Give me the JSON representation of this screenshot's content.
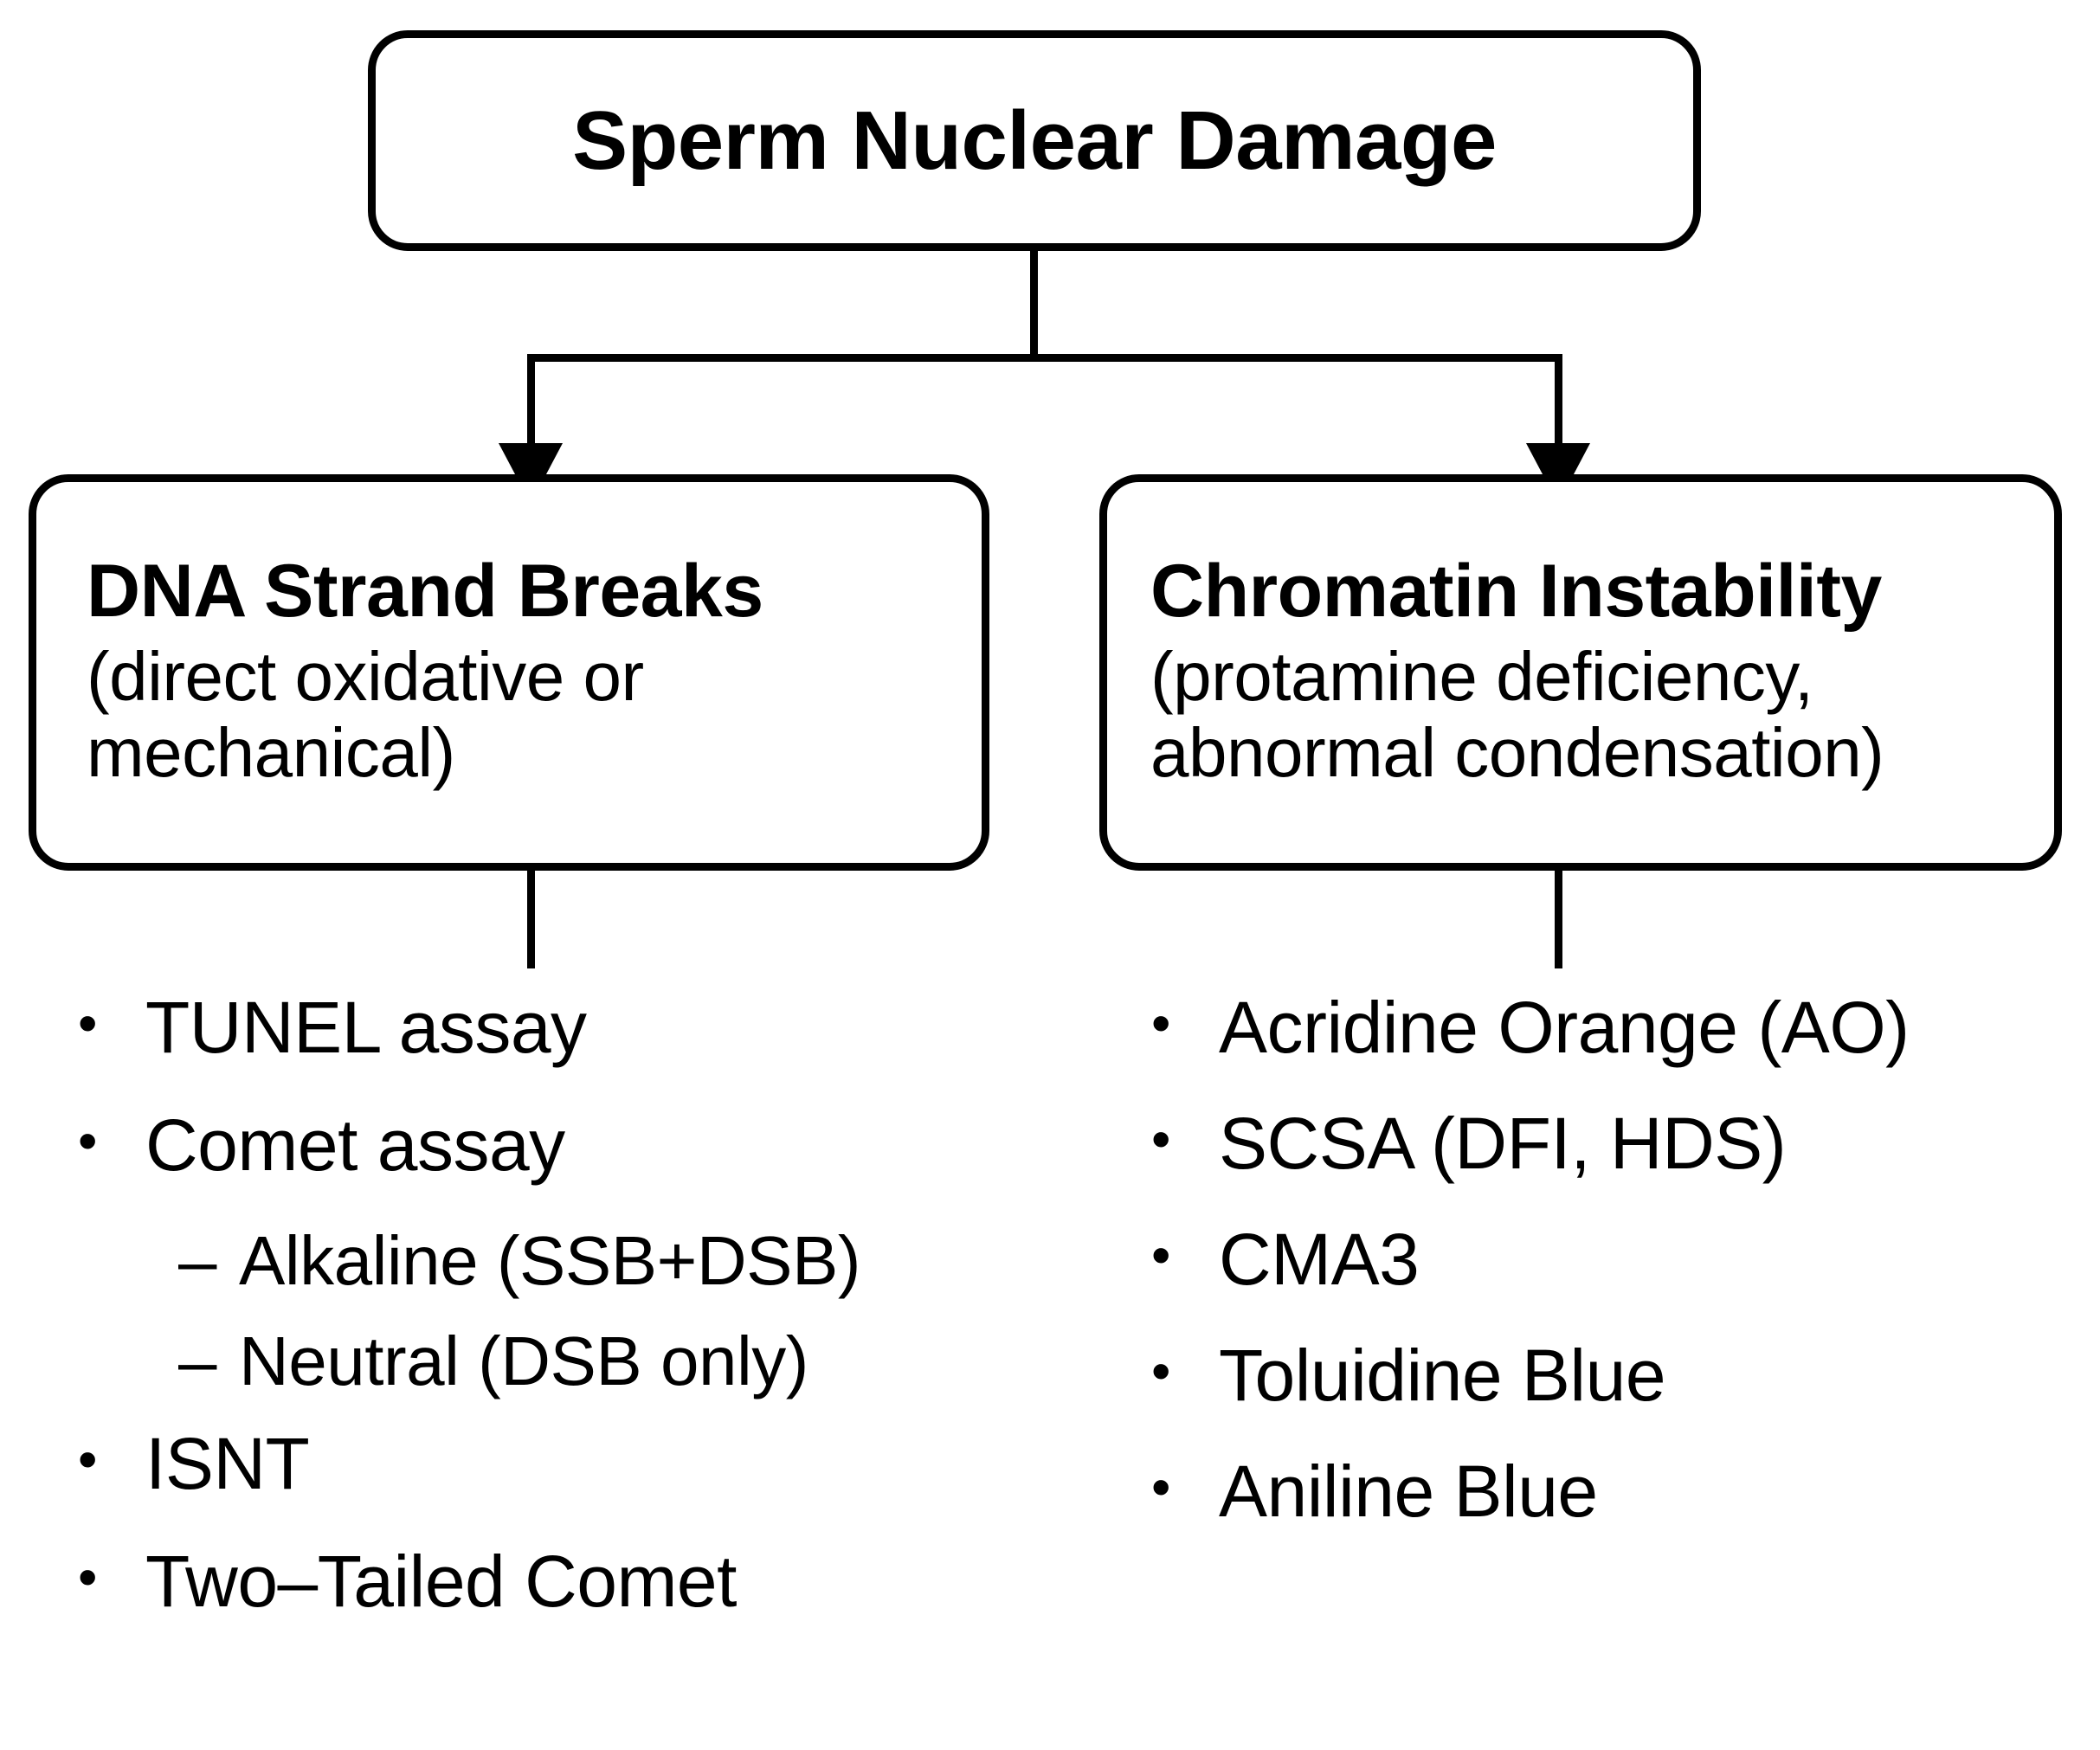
{
  "diagram": {
    "root": {
      "title": "Sperm Nuclear Damage"
    },
    "branches": [
      {
        "id": "dna-strand-breaks",
        "title": "DNA Strand Breaks",
        "subtitle": "(direct oxidative or\nmechanical)",
        "items": [
          {
            "marker": "•",
            "label": "TUNEL assay",
            "sub": []
          },
          {
            "marker": "•",
            "label": "Comet assay",
            "sub": [
              {
                "marker": "–",
                "label": "Alkaline (SSB+DSB)"
              },
              {
                "marker": "–",
                "label": "Neutral (DSB only)"
              }
            ]
          },
          {
            "marker": "•",
            "label": "ISNT",
            "sub": []
          },
          {
            "marker": "•",
            "label": "Two–Tailed Comet",
            "sub": []
          }
        ]
      },
      {
        "id": "chromatin-instability",
        "title": "Chromatin Instability",
        "subtitle": "(protamine deficiency,\nabnormal condensation)",
        "items": [
          {
            "marker": "•",
            "label": "Acridine Orange (AO)",
            "sub": []
          },
          {
            "marker": "•",
            "label": "SCSA (DFI, HDS)",
            "sub": []
          },
          {
            "marker": "•",
            "label": "CMA3",
            "sub": []
          },
          {
            "marker": "•",
            "label": "Toluidine Blue",
            "sub": []
          },
          {
            "marker": "•",
            "label": "Aniline Blue",
            "sub": []
          }
        ]
      }
    ],
    "colors": {
      "stroke": "#000000",
      "background": "#ffffff",
      "text": "#000000"
    }
  }
}
